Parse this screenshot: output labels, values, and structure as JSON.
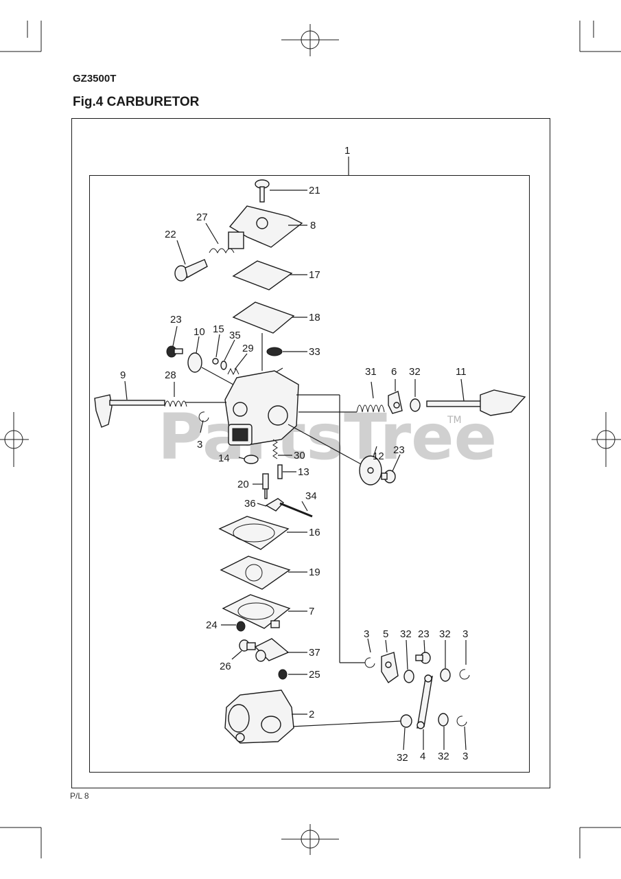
{
  "header": {
    "model": "GZ3500T",
    "figure_title": "Fig.4  CARBURETOR"
  },
  "footer": {
    "page_label": "P/L 8"
  },
  "watermark": {
    "text": "PartsTree",
    "trademark": "TM"
  },
  "callouts": [
    "1",
    "21",
    "8",
    "27",
    "22",
    "17",
    "18",
    "23",
    "10",
    "15",
    "35",
    "29",
    "33",
    "9",
    "28",
    "31",
    "6",
    "32",
    "11",
    "3",
    "12",
    "23",
    "14",
    "30",
    "13",
    "20",
    "36",
    "34",
    "16",
    "19",
    "7",
    "24",
    "26",
    "37",
    "25",
    "2",
    "3",
    "5",
    "32",
    "23",
    "32",
    "3",
    "32",
    "4",
    "32",
    "3"
  ]
}
